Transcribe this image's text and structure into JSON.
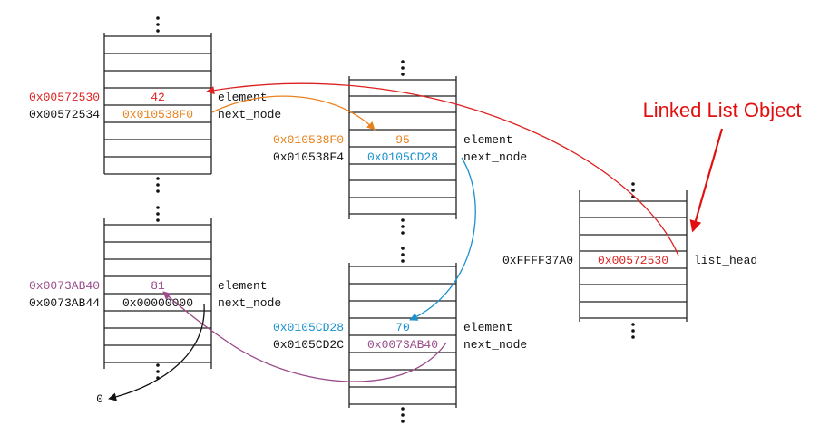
{
  "colors": {
    "red": "#dd2222",
    "orange": "#e8821e",
    "blue": "#1a90cc",
    "purple": "#9a4c8a",
    "black": "#111111",
    "callout": "#e01010"
  },
  "title": "Linked List Object",
  "nodes": [
    {
      "element_addr": "0x00572530",
      "element_value": "42",
      "element_label": "element",
      "next_addr": "0x00572534",
      "next_value": "0x010538F0",
      "next_label": "next_node"
    },
    {
      "element_addr": "0x010538F0",
      "element_value": "95",
      "element_label": "element",
      "next_addr": "0x010538F4",
      "next_value": "0x0105CD28",
      "next_label": "next_node"
    },
    {
      "element_addr": "0x0105CD28",
      "element_value": "70",
      "element_label": "element",
      "next_addr": "0x0105CD2C",
      "next_value": "0x0073AB40",
      "next_label": "next_node"
    },
    {
      "element_addr": "0x0073AB40",
      "element_value": "81",
      "element_label": "element",
      "next_addr": "0x0073AB44",
      "next_value": "0x00000000",
      "next_label": "next_node"
    }
  ],
  "head": {
    "addr": "0xFFFF37A0",
    "value": "0x00572530",
    "label": "list_head"
  },
  "null_label": "0"
}
